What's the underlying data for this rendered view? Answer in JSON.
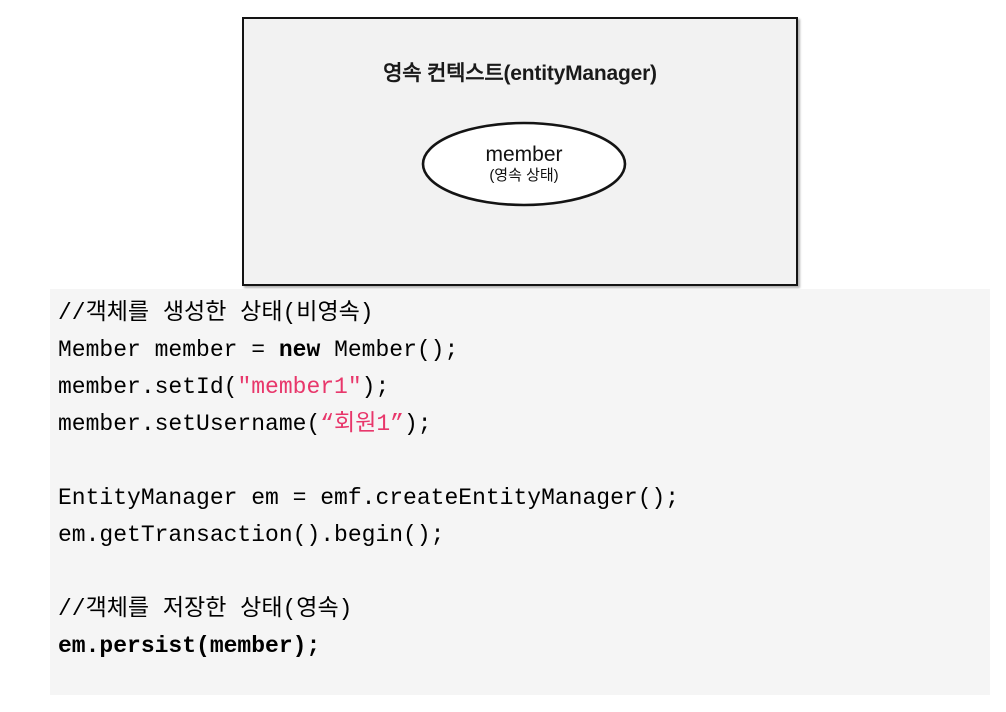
{
  "diagram": {
    "context_box": {
      "title": "영속 컨텍스트(entityManager)",
      "fill_color": "#f2f2f2",
      "border_color": "#141414"
    },
    "entity": {
      "shape": "ellipse",
      "name": "member",
      "state": "(영속 상태)",
      "fill_color": "#ffffff",
      "border_color": "#141414"
    }
  },
  "code": {
    "language": "java",
    "background_color": "#f5f5f5",
    "string_color": "#e8376b",
    "lines": [
      {
        "id": "comment-non-persistent",
        "text": "//객체를 생성한 상태(비영속)",
        "parts": [
          {
            "text": "//객체를 생성한 상태(비영속)",
            "style": "plain"
          }
        ]
      },
      {
        "id": "new-member",
        "text": "Member member = new Member();",
        "parts": [
          {
            "text": "Member member = ",
            "style": "plain"
          },
          {
            "text": "new",
            "style": "keyword"
          },
          {
            "text": " Member();",
            "style": "plain"
          }
        ]
      },
      {
        "id": "set-id",
        "text": "member.setId(\"member1\");",
        "parts": [
          {
            "text": "member.setId(",
            "style": "plain"
          },
          {
            "text": "\"member1\"",
            "style": "string"
          },
          {
            "text": ");",
            "style": "plain"
          }
        ]
      },
      {
        "id": "set-username",
        "text": "member.setUsername(“회원1”);",
        "parts": [
          {
            "text": "member.setUsername(",
            "style": "plain"
          },
          {
            "text": "“회원1”",
            "style": "string"
          },
          {
            "text": ");",
            "style": "plain"
          }
        ]
      },
      {
        "id": "blank-1",
        "text": "",
        "parts": []
      },
      {
        "id": "create-entity-manager",
        "text": "EntityManager em = emf.createEntityManager();",
        "parts": [
          {
            "text": "EntityManager em = emf.createEntityManager();",
            "style": "plain"
          }
        ]
      },
      {
        "id": "begin-transaction",
        "text": "em.getTransaction().begin();",
        "parts": [
          {
            "text": "em.getTransaction().begin();",
            "style": "plain"
          }
        ]
      },
      {
        "id": "blank-2",
        "text": "",
        "parts": []
      },
      {
        "id": "comment-persistent",
        "text": "//객체를 저장한 상태(영속)",
        "parts": [
          {
            "text": "//객체를 저장한 상태(영속)",
            "style": "plain"
          }
        ]
      },
      {
        "id": "persist-call",
        "text": "em.persist(member);",
        "parts": [
          {
            "text": "em.persist(member);",
            "style": "bold"
          }
        ]
      }
    ]
  }
}
